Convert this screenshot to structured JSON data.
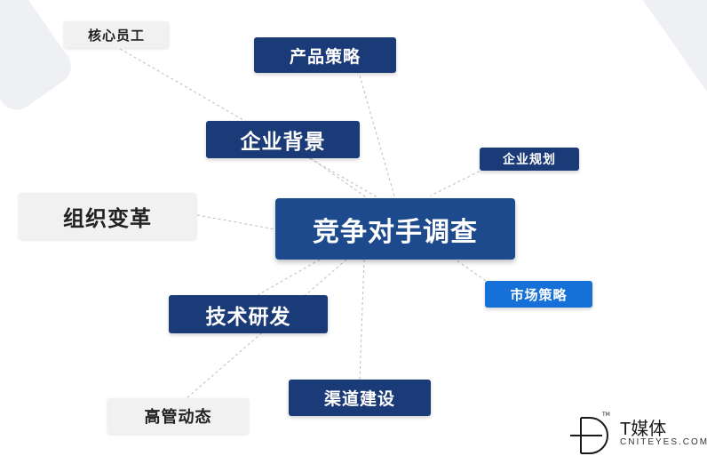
{
  "center": {
    "label": "竞争对手调查"
  },
  "nodes": {
    "core_staff": "核心员工",
    "product_strategy": "产品策略",
    "company_background": "企业背景",
    "company_planning": "企业规划",
    "org_change": "组织变革",
    "market_strategy": "市场策略",
    "tech_rd": "技术研发",
    "channel_building": "渠道建设",
    "executive_news": "高管动态"
  },
  "logo": {
    "title": "T媒体",
    "subtitle": "CNITEYES.COM",
    "tm": "TM"
  },
  "colors": {
    "dark_node": "#1b3a78",
    "center_node": "#1d4a8d",
    "light_node": "#f1f1f1",
    "bright_node": "#1570d8",
    "line": "#b7bcc6"
  }
}
